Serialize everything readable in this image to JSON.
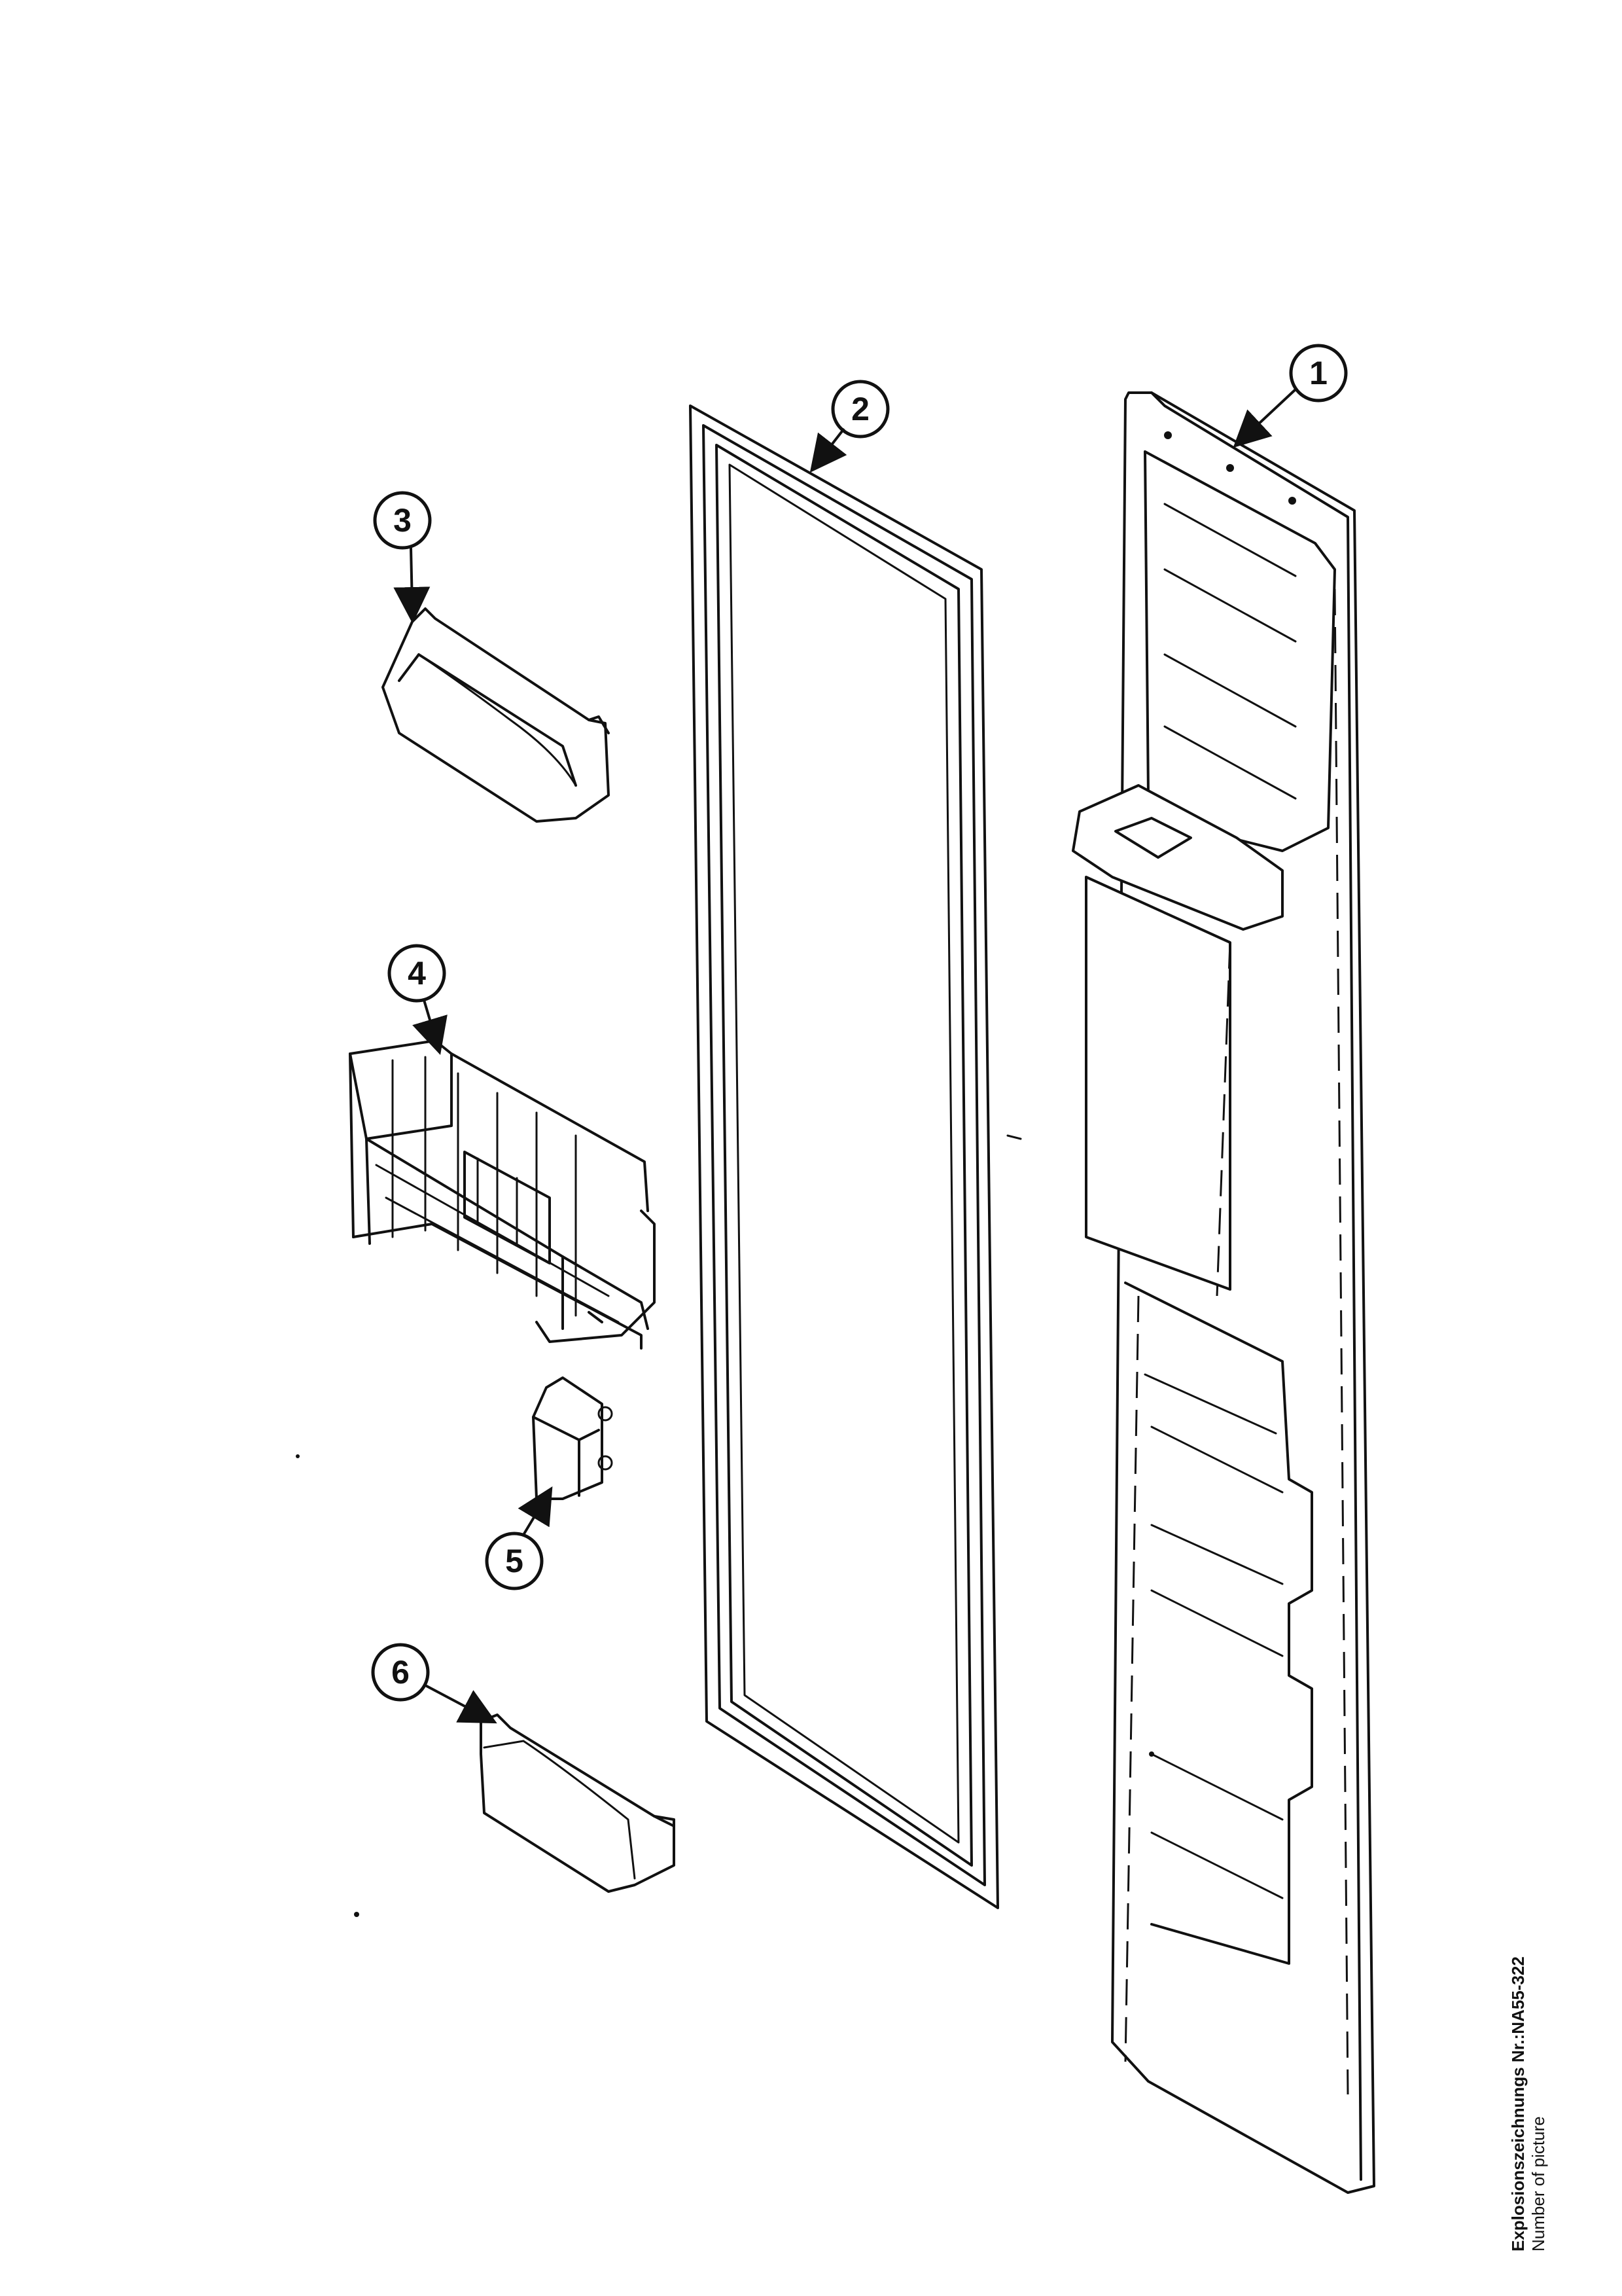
{
  "diagram": {
    "parts": [
      {
        "id": "1",
        "label": "1"
      },
      {
        "id": "2",
        "label": "2"
      },
      {
        "id": "3",
        "label": "3"
      },
      {
        "id": "4",
        "label": "4"
      },
      {
        "id": "5",
        "label": "5"
      },
      {
        "id": "6",
        "label": "6"
      }
    ]
  },
  "caption": {
    "title": "Explosionszeichnungs Nr.:NA55-322",
    "subtitle": "Number of picture"
  }
}
